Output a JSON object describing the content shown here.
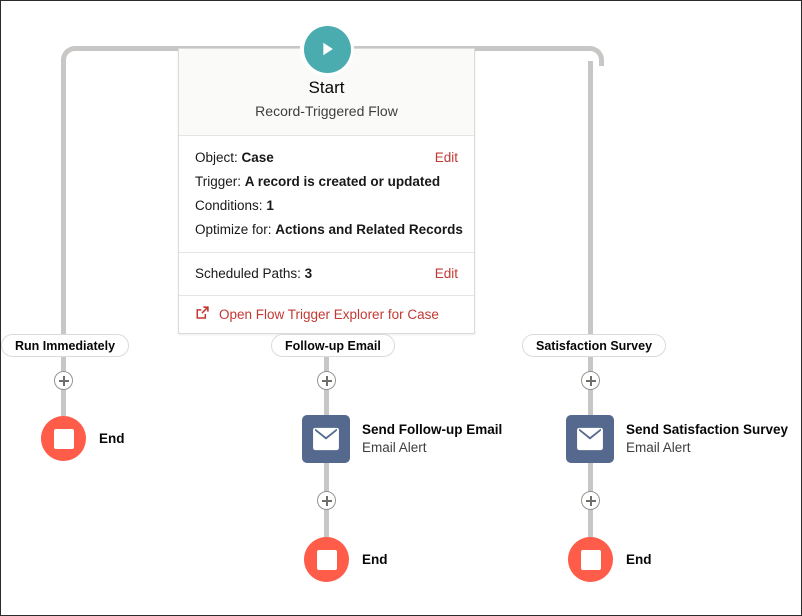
{
  "flow": {
    "start": {
      "badge_icon": "play-icon",
      "title": "Start",
      "subtitle": "Record-Triggered Flow",
      "details": [
        {
          "label": "Object:",
          "value": "Case",
          "action": "Edit"
        },
        {
          "label": "Trigger:",
          "value": "A record is created or updated",
          "action": ""
        },
        {
          "label": "Conditions:",
          "value": "1",
          "action": ""
        },
        {
          "label": "Optimize for:",
          "value": "Actions and Related Records",
          "action": ""
        }
      ],
      "scheduled": {
        "label": "Scheduled Paths:",
        "value": "3",
        "action": "Edit"
      },
      "explorer_link": {
        "icon": "external-link-icon",
        "label": "Open Flow Trigger Explorer for Case"
      }
    },
    "paths": [
      {
        "pill_label": "Run Immediately",
        "nodes": [
          {
            "type": "end",
            "label": "End",
            "icon": "stop-square-icon"
          }
        ]
      },
      {
        "pill_label": "Follow-up Email",
        "nodes": [
          {
            "type": "action",
            "name": "Send Follow-up Email",
            "subtype": "Email Alert",
            "icon": "envelope-icon"
          },
          {
            "type": "end",
            "label": "End",
            "icon": "stop-square-icon"
          }
        ]
      },
      {
        "pill_label": "Satisfaction Survey",
        "nodes": [
          {
            "type": "action",
            "name": "Send Satisfaction Survey",
            "subtype": "Email Alert",
            "icon": "envelope-icon"
          },
          {
            "type": "end",
            "label": "End",
            "icon": "stop-square-icon"
          }
        ]
      }
    ],
    "add_buttons": [
      {
        "name": "add-element-left-top"
      },
      {
        "name": "add-element-middle-top"
      },
      {
        "name": "add-element-right-top"
      },
      {
        "name": "add-element-middle-bottom"
      },
      {
        "name": "add-element-right-bottom"
      }
    ],
    "colors": {
      "start_badge": "#4bacb0",
      "action_icon": "#54698d",
      "end_node": "#ff5d4a",
      "link": "#c23934",
      "connector": "#c9c7c5"
    }
  }
}
